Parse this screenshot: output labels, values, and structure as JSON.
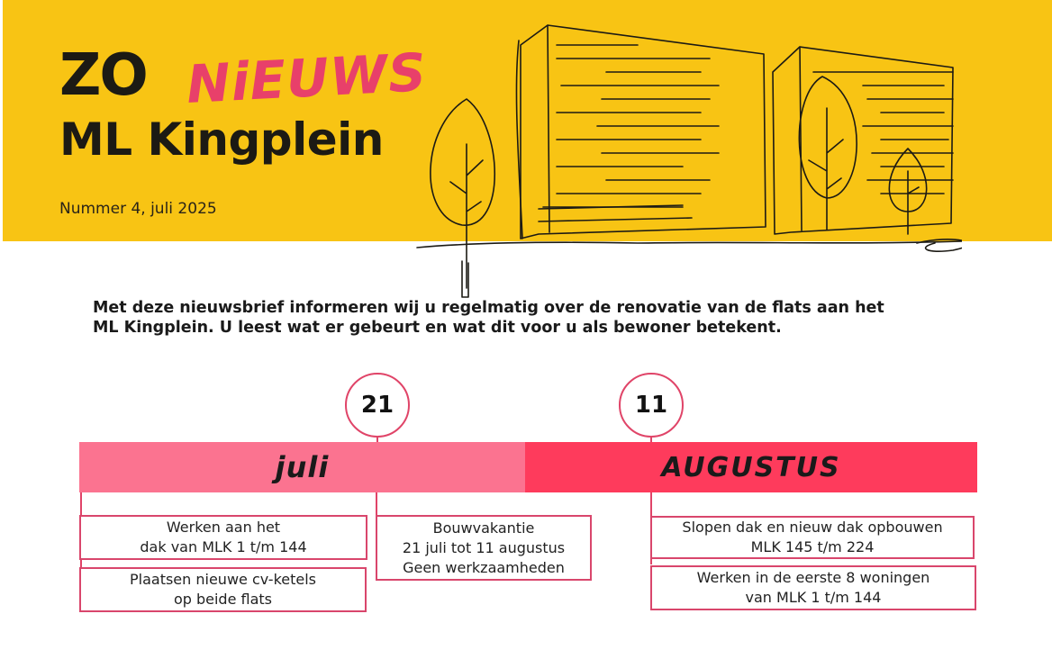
{
  "header": {
    "brand": "ZO",
    "brand_accent": "NiEUWS",
    "place": "ML Kingplein",
    "issue": "Nummer 4, juli 2025"
  },
  "intro": {
    "line1": "Met deze nieuwsbrief informeren wij u regelmatig over de renovatie van de flats aan het",
    "line2": "ML Kingplein. U leest wat er gebeurt en wat dit voor u als bewoner betekent."
  },
  "timeline": {
    "dates": [
      {
        "day": "21"
      },
      {
        "day": "11"
      }
    ],
    "months": [
      {
        "label": "juli"
      },
      {
        "label": "AUGUSTUS"
      }
    ],
    "items": [
      {
        "lines": [
          "Werken aan het",
          "dak van MLK 1 t/m 144"
        ]
      },
      {
        "lines": [
          "Plaatsen nieuwe cv-ketels",
          "op beide flats"
        ]
      },
      {
        "lines": [
          "Bouwvakantie",
          "21 juli tot 11 augustus",
          "Geen werkzaamheden"
        ]
      },
      {
        "lines": [
          "Slopen dak en nieuw dak opbouwen",
          "MLK 145 t/m 224"
        ]
      },
      {
        "lines": [
          "Werken in de eerste 8 woningen",
          "van MLK 1 t/m 144"
        ]
      }
    ]
  },
  "colors": {
    "header_yellow": "#f8c414",
    "accent_pink": "#e8406a",
    "band_july": "#fb7390",
    "band_august": "#fe3b5c",
    "border_pink": "#d9466c"
  }
}
